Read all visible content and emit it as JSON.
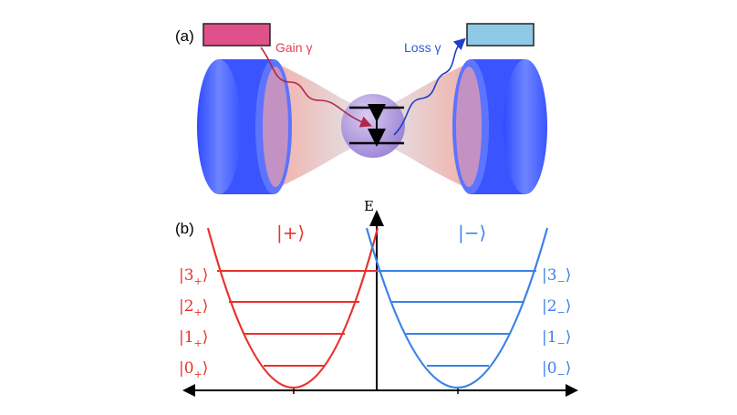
{
  "panel_a": {
    "label": "(a)",
    "gain_label": "Gain γ",
    "loss_label": "Loss γ",
    "colors": {
      "gain_box": "#e0508a",
      "loss_box": "#8ecae6",
      "mirror": "#3f5cff",
      "gain_text": "#e0405a",
      "loss_text": "#2a5cd6",
      "atom": "#8a6fd0"
    },
    "icons": [
      "left-mirror-icon",
      "right-mirror-icon",
      "gain-reservoir-icon",
      "loss-reservoir-icon",
      "atom-icon"
    ]
  },
  "panel_b": {
    "label": "(b)",
    "energy_axis_label": "E",
    "plus_branch_label": "|+⟩",
    "minus_branch_label": "|−⟩",
    "plus_levels": [
      {
        "ket": "|0",
        "sub": "+",
        "close": "⟩"
      },
      {
        "ket": "|1",
        "sub": "+",
        "close": "⟩"
      },
      {
        "ket": "|2",
        "sub": "+",
        "close": "⟩"
      },
      {
        "ket": "|3",
        "sub": "+",
        "close": "⟩"
      }
    ],
    "minus_levels": [
      {
        "ket": "|0",
        "sub": "−",
        "close": "⟩"
      },
      {
        "ket": "|1",
        "sub": "−",
        "close": "⟩"
      },
      {
        "ket": "|2",
        "sub": "−",
        "close": "⟩"
      },
      {
        "ket": "|3",
        "sub": "−",
        "close": "⟩"
      }
    ],
    "colors": {
      "plus": "#e8322d",
      "minus": "#3b82e6",
      "axis": "#000000"
    }
  }
}
